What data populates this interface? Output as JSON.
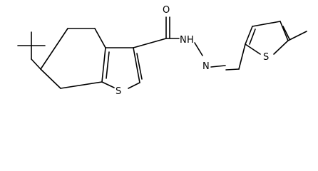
{
  "molecule": {
    "atoms": {
      "sulfur_left": "S",
      "sulfur_right": "S",
      "nitrogen_amide": "N",
      "hydrogen_amide": "H",
      "nitrogen_imine": "N",
      "oxygen": "O"
    }
  }
}
